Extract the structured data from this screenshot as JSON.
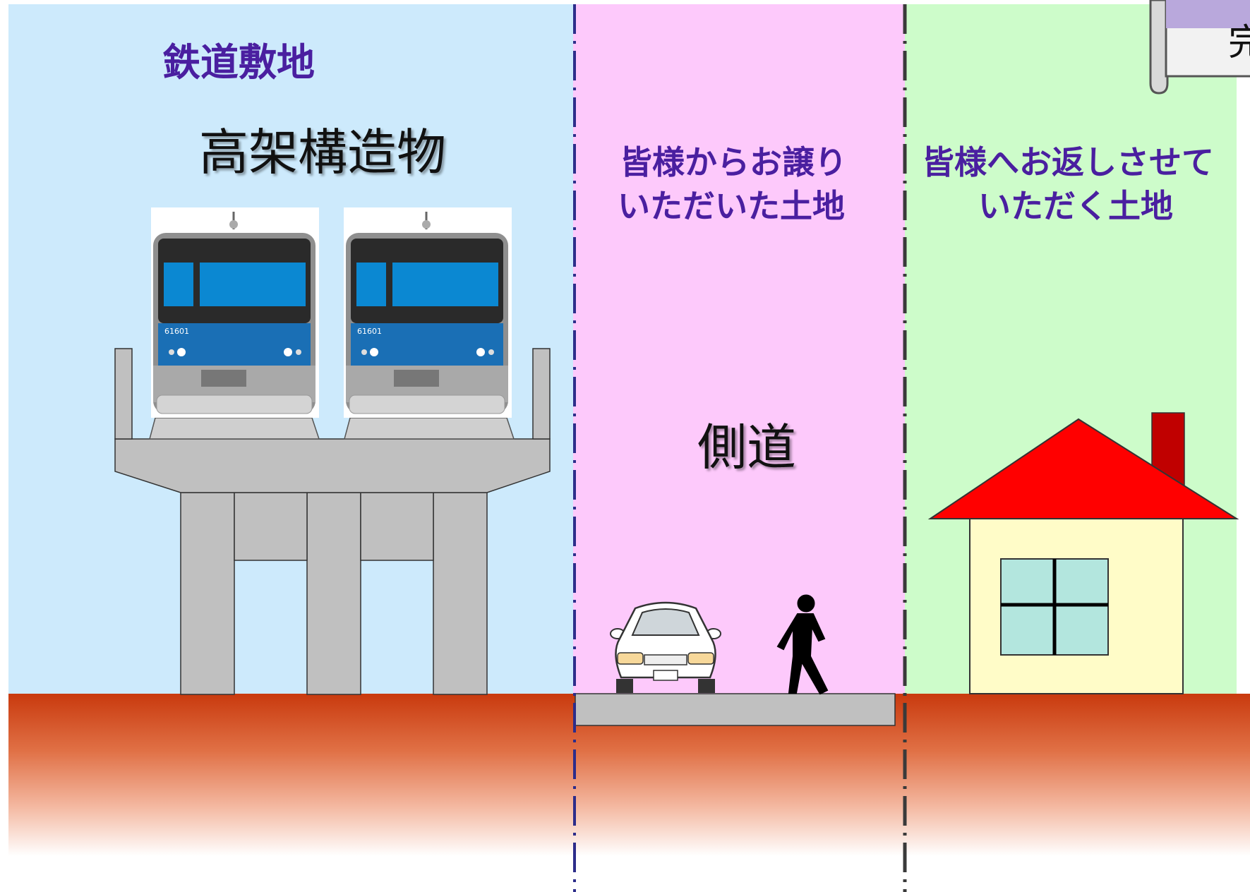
{
  "zones": {
    "railway": {
      "heading": "鉄道敷地",
      "structure_label": "高架構造物",
      "fill": "#cdeafc"
    },
    "acquired": {
      "caption_line1": "皆様からお譲り",
      "caption_line2": "いただいた土地",
      "road_label": "側道",
      "fill": "#fdc9fb"
    },
    "returned": {
      "caption_line1": "皆様へお返しさせて",
      "caption_line2": "いただく土地",
      "fill": "#cdfcca"
    }
  },
  "banner": {
    "text": "完"
  },
  "trains": [
    {
      "number": "61601"
    },
    {
      "number": "61601"
    }
  ],
  "colors": {
    "ground_top": "#c93a0e",
    "heading_text": "#4a1fa0",
    "boundary_left": "#2d2d8a",
    "boundary_right": "#3a3a3a",
    "viaduct": "#c0c0c0",
    "train_blue": "#1e88d0",
    "roof": "#ff0000",
    "chimney": "#c00000",
    "house_wall": "#fffcc8",
    "window": "#b3e6de"
  }
}
